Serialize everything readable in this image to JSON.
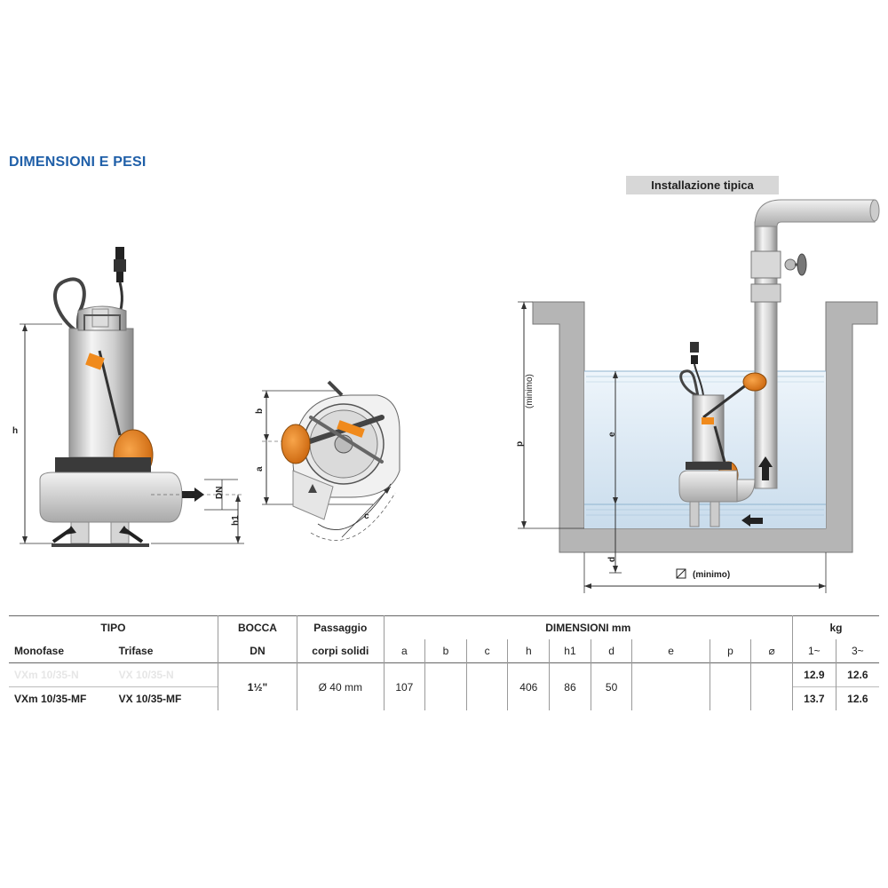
{
  "title": "DIMENSIONI E PESI",
  "installation_label": "Installazione tipica",
  "dimension_letters": {
    "h": "h",
    "h1": "h1",
    "DN": "DN",
    "a": "a",
    "b": "b",
    "c": "c",
    "p": "p",
    "p_note": "(minimo)",
    "e": "e",
    "d": "d",
    "square": "⌀",
    "square_note": "(minimo)"
  },
  "table": {
    "header_tipo": "TIPO",
    "header_bocca": "BOCCA",
    "header_passaggio_1": "Passaggio",
    "header_passaggio_2": "corpi solidi",
    "header_dimensioni": "DIMENSIONI mm",
    "header_kg": "kg",
    "sub_monofase": "Monofase",
    "sub_trifase": "Trifase",
    "sub_dn": "DN",
    "dim_cols": [
      "a",
      "b",
      "c",
      "h",
      "h1",
      "d",
      "e",
      "p",
      "⌀"
    ],
    "kg_cols": [
      "1~",
      "3~"
    ],
    "rows": [
      {
        "monofase": "VXm 10/35-N",
        "trifase": "VX 10/35-N",
        "kg1": "12.9",
        "kg3": "12.6"
      },
      {
        "monofase": "VXm 10/35-MF",
        "trifase": "VX 10/35-MF",
        "kg1": "13.7",
        "kg3": "12.6"
      }
    ],
    "shared": {
      "bocca": "1½\"",
      "passaggio": "Ø 40 mm",
      "a": "107",
      "h": "406",
      "h1": "86",
      "d": "50"
    }
  },
  "colors": {
    "title": "#1f5fa8",
    "orange": "#f08a1c",
    "water": "#d6e6f2",
    "wall": "#b5b5b5"
  }
}
